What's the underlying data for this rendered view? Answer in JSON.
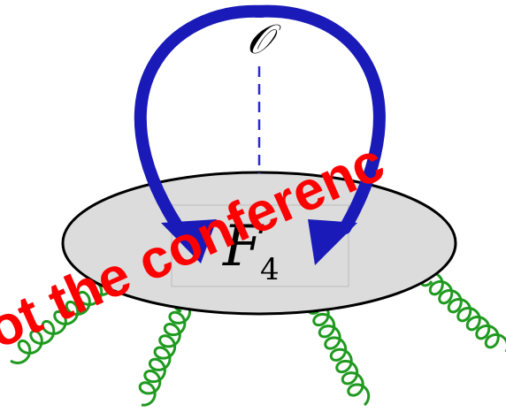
{
  "diagram": {
    "operator_label": "𝒪",
    "blob_label_main": "F",
    "blob_label_sub": "4",
    "watermark": "ot the conferenc",
    "colors": {
      "arrow": "#1a1ab8",
      "dashed_line": "#2b2bd0",
      "blob_fill": "#dcdcdc",
      "blob_stroke": "#000000",
      "gluon": "#1f9a1f",
      "watermark": "#ff0000"
    }
  }
}
